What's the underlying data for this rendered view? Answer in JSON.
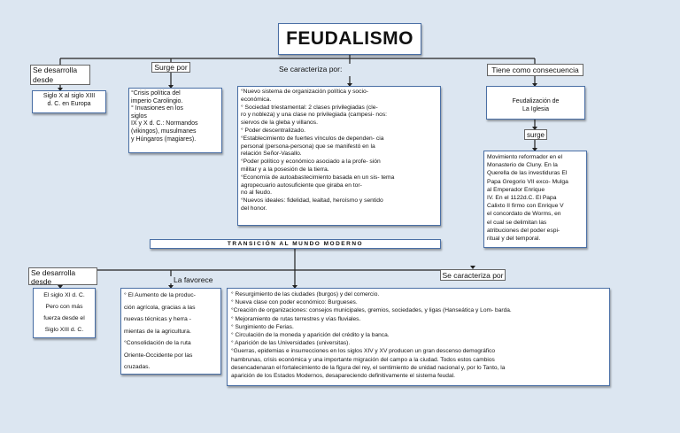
{
  "title": "FEUDALISMO",
  "top": {
    "develops_label": "Se desarrolla\ndesde",
    "arises_label": "Surge por",
    "characterized_label": "Se caracteriza por:",
    "consequence_label": "Tiene como consecuencia",
    "develops_text": "Siglo X al siglo XIII\nd. C. en Europa",
    "arises_text": "°Crisis política del\nimperio Carolingio.\n° Invasiones en los\nsiglos\nIX y X d. C.: Normandos\n(vikingos), musulmanes\ny Húngaros (magiares).",
    "characterized_text": "°Nuevo sistema de organización política y socio-\neconómica.\n° Sociedad triestamental: 2 clases privilegiadas (cle-\nro y nobleza) y una clase no privilegiada (campesi- nos:\nsiervos de la gleba y villanos.\n° Poder descentralizado.\n°Establecimiento de fuertes vínculos de dependen- cia\npersonal (persona-persona) que se manifestó en la\nrelación Señor-Vasallo.\n°Poder político y económico asociado a la profe- sión\nmilitar y a la posesión de la tierra.\n°Economía de autoabastecimiento basada en un sis- tema\nagropecuario autosuficiente que giraba en tor-\nno al feudo.\n°Nuevos ideales: fidelidad, lealtad, heroísmo y sentido\ndel honor.",
    "consequence_text": "Feudalización de\nLa Iglesia",
    "surge_label": "surge",
    "surge_text": "Movimiento reformador en el\nMonasterio de Cluny. En la\nQuerella de las investiduras El\nPapa Gregorio VII exco- Mulga\nal Emperador Enrique\nIV. En el 1122d.C. El Papa\nCalixto II firmo con Enrique V\nel concordato de Worms, en\nel cual se delimitan las\natribuciones del poder espi-\nritual y del temporal."
  },
  "transition_title": "TRANSICIÓN AL MUNDO MODERNO",
  "bottom": {
    "develops_label": "Se desarrolla\ndesde",
    "favors_label": "La favorece",
    "characterized_label": "Se caracteriza por",
    "develops_text": "El siglo XI d. C.\nPero con más\nfuerza desde el\nSiglo XIII d. C.",
    "favors_text": "° El Aumento de la produc-\nción agrícola, gracias a las\nnuevas técnicas y herra -\nmientas de la agricultura.\n°Consolidación de la ruta\nOriente-Occidente por las\ncruzadas.",
    "characterized_text": "° Resurgimiento de las ciudades (burgos) y del comercio.\n° Nueva clase con poder económico: Burgueses.\n°Creación de organizaciones: consejos municipales, gremios, sociedades, y ligas (Hanseática y Lom- barda.\n° Mejoramiento de rutas terrestres y vías fluviales.\n° Surgimiento de Ferias.\n° Circulación de la moneda y aparición del crédito y la banca.\n° Aparición de las Universidades (universitas).\n°Guerras, epidemias e insurrecciones en los siglos XIV y XV producen un gran descenso demográfico\nhambrunas, crisis económica y una importante migración del campo a la ciudad. Todos estos cambios\ndesencadenaran el fortalecimiento de la figura del rey, el sentimiento de unidad nacional y, por lo Tanto, la\naparición de los Estados Modernos, desapareciendo definitivamente el sistema feudal."
  }
}
